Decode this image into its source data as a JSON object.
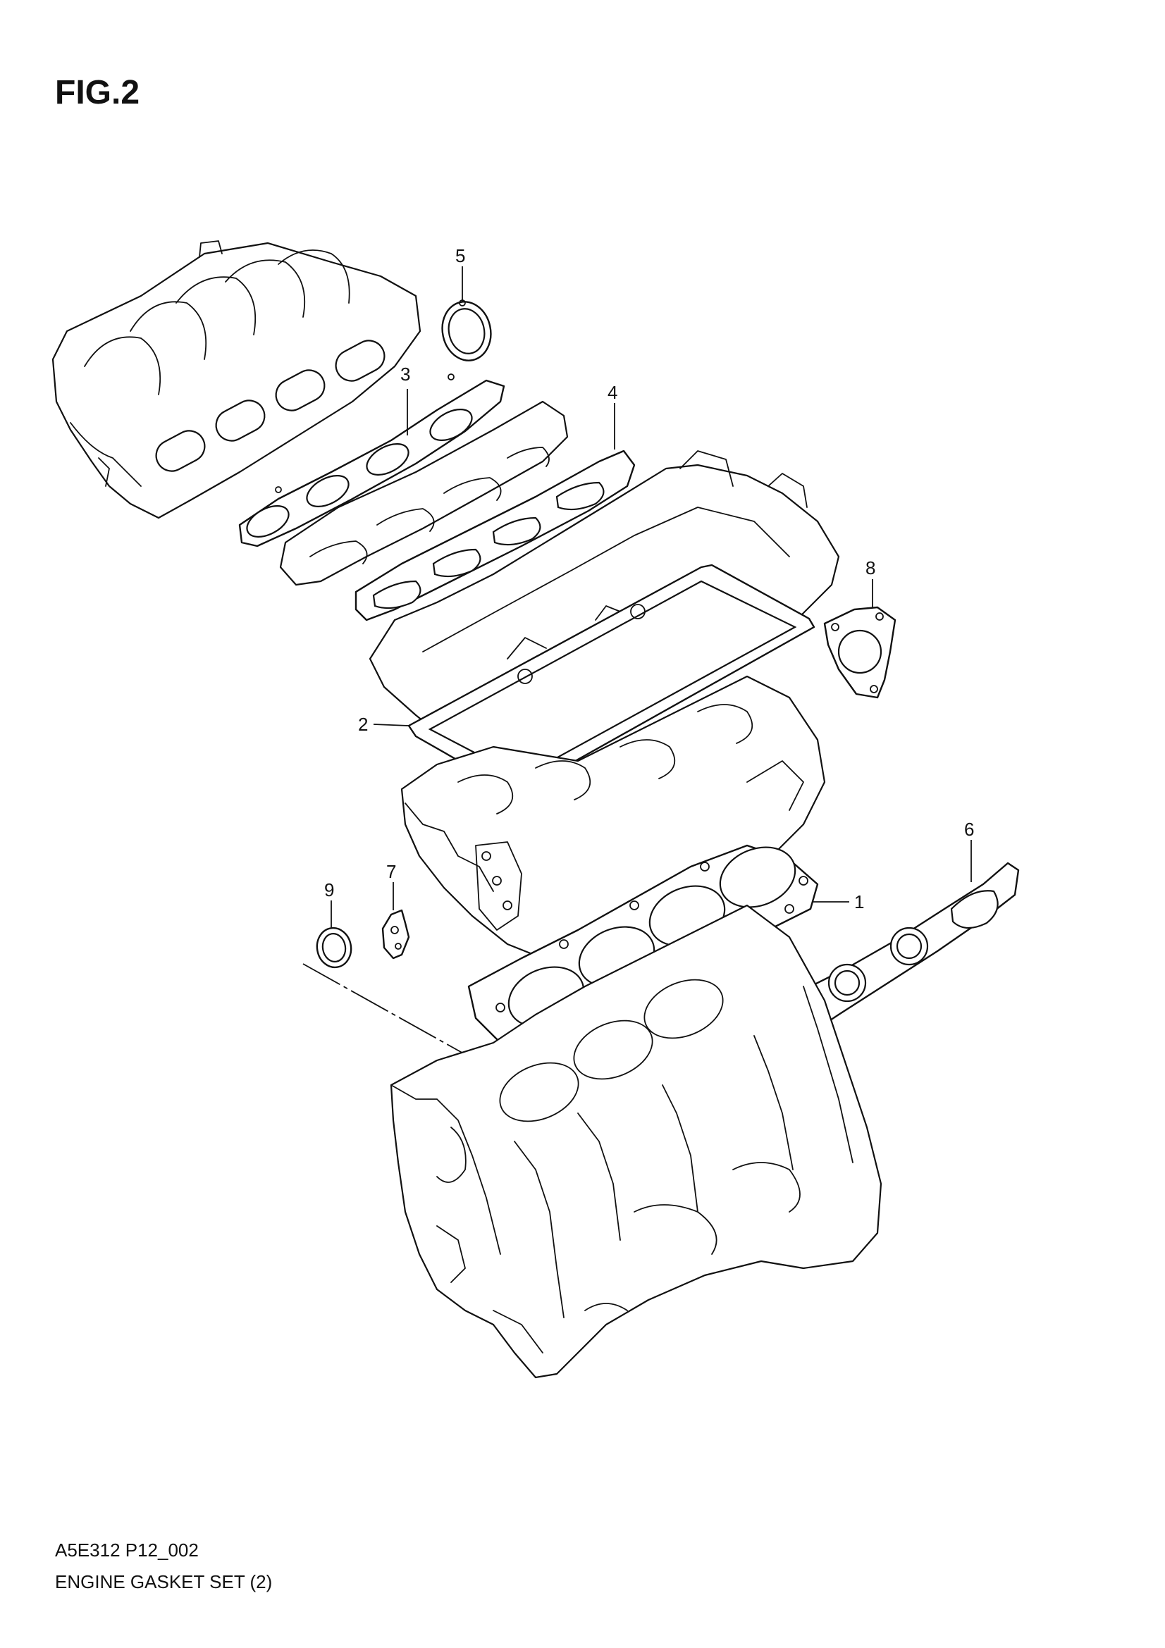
{
  "figure": {
    "title": "FIG.2",
    "code": "A5E312 P12_002",
    "caption": "ENGINE GASKET SET (2)"
  },
  "callouts": [
    "1",
    "2",
    "3",
    "4",
    "5",
    "6",
    "7",
    "8",
    "9"
  ]
}
